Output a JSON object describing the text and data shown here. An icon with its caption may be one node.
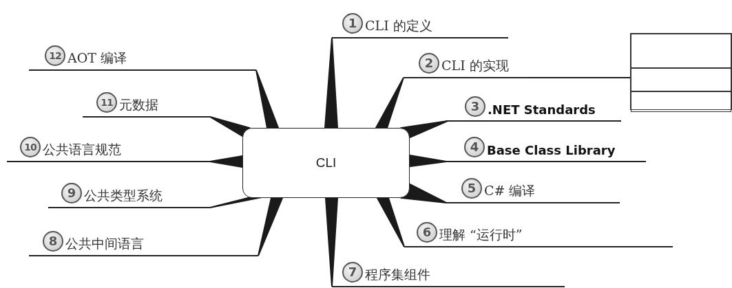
{
  "diagram": {
    "nodes": [
      {
        "text": [
          "CLI"
        ]
      },
      {
        "text": [
          "1",
          "CLI 的定义"
        ]
      },
      {
        "text": [
          "2",
          "CLI 的实现"
        ]
      },
      {
        "text": [
          "3",
          ".NET Standards"
        ]
      },
      {
        "text": [
          "4",
          "Base Class Library"
        ]
      },
      {
        "text": [
          "5",
          "C# 编译"
        ]
      },
      {
        "text": [
          "6",
          "理解 “运行时”"
        ]
      },
      {
        "text": [
          "7",
          "程序集组件"
        ]
      },
      {
        "text": [
          "8",
          "公共中间语言"
        ]
      },
      {
        "text": [
          "9",
          "公共类型系统"
        ]
      },
      {
        "text": [
          "10",
          "公共语言规范"
        ]
      },
      {
        "text": [
          "11",
          "元数据"
        ]
      },
      {
        "text": [
          "12",
          "AOT 编译"
        ]
      },
      {
        "text": [],
        "shape": "box"
      },
      {
        "text": [],
        "shape": "box",
        "in": 13
      },
      {
        "text": [],
        "shape": "box",
        "in": 13
      },
      {
        "text": [],
        "shape": "box",
        "in": 13
      }
    ],
    "edges": [
      {
        "from": 0,
        "to": 1,
        "arrow": "none"
      },
      {
        "from": 0,
        "to": 2,
        "arrow": "none"
      },
      {
        "from": 0,
        "to": 3,
        "arrow": "none"
      },
      {
        "from": 0,
        "to": 4,
        "arrow": "none"
      },
      {
        "from": 0,
        "to": 5,
        "arrow": "none"
      },
      {
        "from": 0,
        "to": 6,
        "arrow": "none"
      },
      {
        "from": 0,
        "to": 7,
        "arrow": "none"
      },
      {
        "from": 0,
        "to": 8,
        "arrow": "none"
      },
      {
        "from": 0,
        "to": 9,
        "arrow": "none"
      },
      {
        "from": 0,
        "to": 10,
        "arrow": "none"
      },
      {
        "from": 0,
        "to": 11,
        "arrow": "none"
      },
      {
        "from": 0,
        "to": 12,
        "arrow": "none"
      },
      {
        "from": 2,
        "to": 13,
        "arrow": "none"
      }
    ]
  }
}
